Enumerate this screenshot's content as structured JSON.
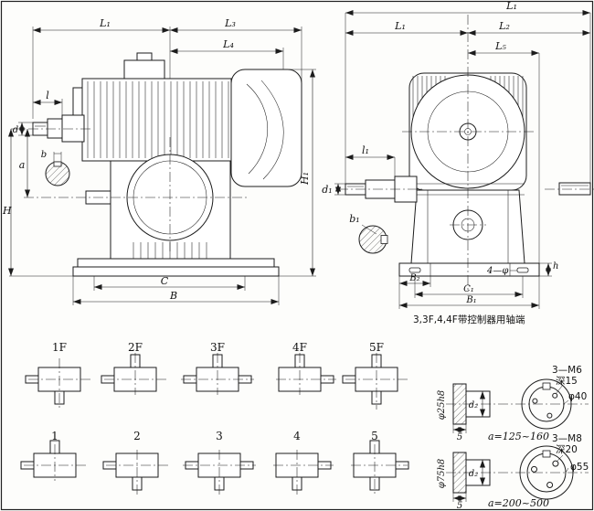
{
  "front_view": {
    "dims": {
      "L1": "L₁",
      "L3": "L₃",
      "L4": "L₄",
      "l": "l",
      "d": "d",
      "b": "b",
      "a": "a",
      "H": "H",
      "H1": "H₁",
      "C": "C",
      "B": "B"
    }
  },
  "side_view": {
    "dims": {
      "L1_total": "L₁",
      "L1": "L₁",
      "L2": "L₂",
      "L5": "L₅",
      "l1": "l₁",
      "d1": "d₁",
      "b1": "b₁",
      "B2": "B₂",
      "C1": "C₁",
      "B1": "B₁",
      "holes": "4—φ",
      "h": "h"
    },
    "caption": "3,3F,4,4F带控制器用轴端"
  },
  "variants": {
    "row1": [
      "1F",
      "2F",
      "3F",
      "4F",
      "5F"
    ],
    "row2": [
      "1",
      "2",
      "3",
      "4",
      "5"
    ]
  },
  "shaft_ends": {
    "upper": {
      "shaft_dia": "φ25h8",
      "step_len": "5",
      "d2": "d₂",
      "thread": "3—M6",
      "depth": "深15",
      "bolt_circle": "φ40",
      "range": "a=125~160"
    },
    "lower": {
      "shaft_dia": "φ75h8",
      "step_len": "5",
      "d2": "d₂",
      "thread": "3—M8",
      "depth": "深20",
      "bolt_circle": "φ55",
      "range": "a=200~500"
    }
  }
}
